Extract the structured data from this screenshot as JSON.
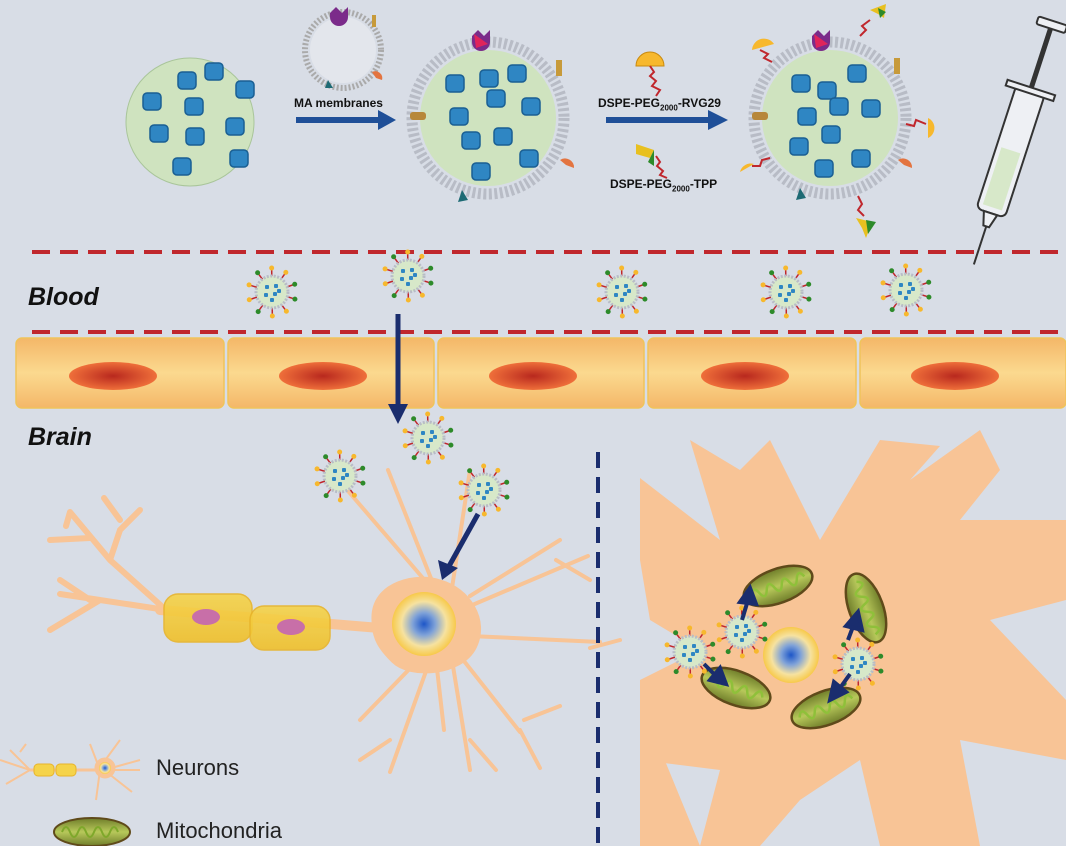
{
  "labels": {
    "ma_membranes": "MA membranes",
    "rvg29_prefix": "DSPE-PEG",
    "rvg29_sub": "2000",
    "rvg29_suffix": "-RVG29",
    "tpp_prefix": "DSPE-PEG",
    "tpp_sub": "2000",
    "tpp_suffix": "-TPP",
    "blood": "Blood",
    "brain": "Brain"
  },
  "legend": {
    "neurons": "Neurons",
    "mitochondria": "Mitochondria"
  },
  "colors": {
    "background": "#d8dde6",
    "core_green": "#cfe3bf",
    "drug_blue": "#2f86c3",
    "arrow_blue": "#1f4f98",
    "dash_red": "#c0272d",
    "neuron_orange": "#f8c496",
    "endothelial": "#f7c97a",
    "nucleus_red": "#e0563a",
    "mito_green": "#9bb449",
    "dark_navy": "#1a2d6e"
  }
}
